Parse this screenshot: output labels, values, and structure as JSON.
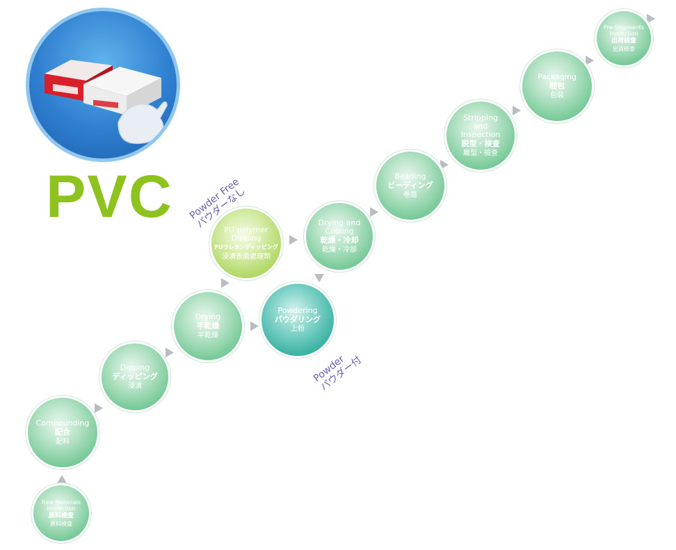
{
  "title": "PVC",
  "notes": {
    "powder_free": {
      "en": "Powder  Free",
      "ja": "パウダーなし"
    },
    "powder": {
      "en": "Powder",
      "ja": "パウダー付"
    }
  },
  "steps": [
    {
      "en": "Raw Materials Inspection",
      "ja1": "原料検査",
      "ja2": "原料検査"
    },
    {
      "en": "Compounding",
      "ja1": "配合",
      "ja2": "配料"
    },
    {
      "en": "Dipping",
      "ja1": "ディッピング",
      "ja2": "浸漬"
    },
    {
      "en": "Drying",
      "ja1": "半乾燥",
      "ja2": "半乾燥"
    },
    {
      "en": "PU polymer Dipping",
      "ja1": "PUウレタンディッピング",
      "ja2": "浸漬表面處理劑"
    },
    {
      "en": "Powdering",
      "ja1": "パウダリング",
      "ja2": "上粉"
    },
    {
      "en": "Drying and Cooling",
      "ja1": "乾燥・冷却",
      "ja2": "乾燥・冷卻"
    },
    {
      "en": "Beading",
      "ja1": "ビーディング",
      "ja2": "卷唇"
    },
    {
      "en": "Stripping and Inspection",
      "ja1": "脱型・検査",
      "ja2": "離型・檢查"
    },
    {
      "en": "Packaging",
      "ja1": "梱包",
      "ja2": "包裝"
    },
    {
      "en": "Pre-Shipments Inspection",
      "ja1": "出荷検査",
      "ja2": "出貨檢查"
    }
  ],
  "colors": {
    "title": "#8dc21f",
    "note": "#6a5fb0",
    "arrow": "#b9bcc0",
    "step_green": "#5bb884",
    "step_pu": "#9bcb48",
    "step_powder": "#2a9d8f"
  },
  "icons": {
    "product": "pvc-glove-box-photo",
    "arrow": "triangle-arrow"
  }
}
